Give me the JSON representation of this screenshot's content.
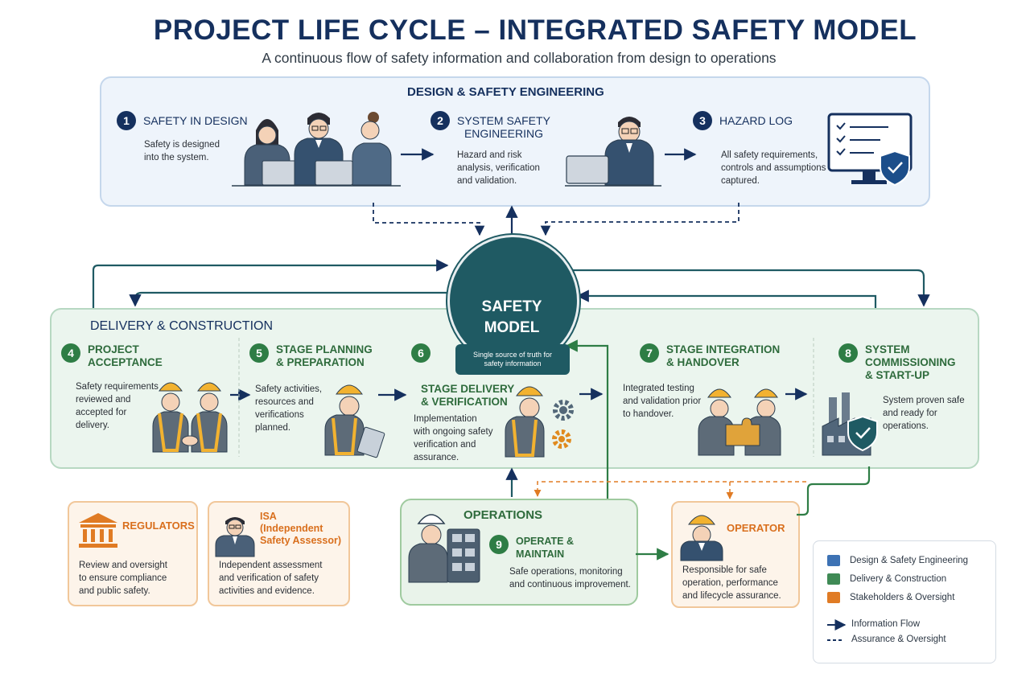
{
  "title": "PROJECT LIFE CYCLE – INTEGRATED SAFETY MODEL",
  "subtitle": "A continuous flow of safety information and collaboration from design to operations",
  "colors": {
    "navy": "#15305e",
    "green": "#2e7d45",
    "teal": "#1f5a63",
    "orange": "#d96f1d",
    "design_panel": "#eef4fb",
    "delivery_panel": "#ebf5ee",
    "stakeholder_panel": "#fdf4ea"
  },
  "design": {
    "title": "DESIGN & SAFETY ENGINEERING",
    "steps": [
      {
        "number": "1",
        "label": "SAFETY IN DESIGN",
        "desc": "Safety is designed\ninto the system.",
        "icon": "design-team-with-laptops-icon"
      },
      {
        "number": "2",
        "label": "SYSTEM SAFETY\nENGINEERING",
        "desc": "Hazard and risk\nanalysis, verification\nand validation.",
        "icon": "engineer-at-laptop-icon"
      },
      {
        "number": "3",
        "label": "HAZARD LOG",
        "desc": "All safety requirements,\ncontrols and assumptions\ncaptured.",
        "icon": "monitor-checklist-shield-icon"
      }
    ]
  },
  "hub": {
    "title": "SAFETY\nMODEL",
    "subtitle": "Single source of truth for\nsafety information",
    "icon": "database-shield-icon"
  },
  "delivery": {
    "title": "DELIVERY & CONSTRUCTION",
    "steps": [
      {
        "number": "4",
        "label": "PROJECT\nACCEPTANCE",
        "desc": "Safety requirements\nreviewed and\naccepted for\ndelivery.",
        "icon": "workers-handshake-icon"
      },
      {
        "number": "5",
        "label": "STAGE PLANNING\n& PREPARATION",
        "desc": "Safety activities,\nresources and\nverifications\nplanned.",
        "icon": "worker-with-clipboard-icon"
      },
      {
        "number": "6",
        "label": "STAGE DELIVERY\n& VERIFICATION",
        "desc": "Implementation\nwith ongoing safety\nverification and\nassurance.",
        "icon": "worker-with-gears-icon"
      },
      {
        "number": "7",
        "label": "STAGE INTEGRATION\n& HANDOVER",
        "desc": "Integrated testing\nand validation prior\nto handover.",
        "icon": "workers-puzzle-icon"
      },
      {
        "number": "8",
        "label": "SYSTEM\nCOMMISSIONING\n& START-UP",
        "desc": "System proven safe\nand ready for\noperations.",
        "icon": "factory-shield-icon"
      }
    ]
  },
  "operations": {
    "title": "OPERATIONS",
    "step": {
      "number": "9",
      "label": "OPERATE &\nMAINTAIN",
      "desc": "Safe operations, monitoring\nand continuous improvement.",
      "icon": "worker-control-panel-icon"
    }
  },
  "stakeholders": {
    "regulators": {
      "title": "REGULATORS",
      "desc": "Review and oversight\nto ensure compliance\nand public safety.",
      "icon": "government-building-icon"
    },
    "isa": {
      "title": "ISA\n(Independent\nSafety Assessor)",
      "desc": "Independent assessment\nand verification of safety\nactivities and evidence.",
      "icon": "assessor-person-icon"
    },
    "operator": {
      "title": "OPERATOR",
      "desc": "Responsible for safe\noperation, performance\nand lifecycle assurance.",
      "icon": "operator-person-icon"
    }
  },
  "legend": {
    "items": [
      {
        "label": "Design & Safety Engineering",
        "color": "#3d72b4"
      },
      {
        "label": "Delivery & Construction",
        "color": "#3f8a55"
      },
      {
        "label": "Stakeholders & Oversight",
        "color": "#e07b24"
      }
    ],
    "lines": [
      {
        "label": "Information Flow",
        "style": "solid"
      },
      {
        "label": "Assurance & Oversight",
        "style": "dashed"
      }
    ]
  }
}
